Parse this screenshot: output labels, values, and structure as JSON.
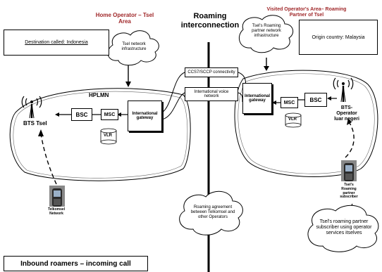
{
  "home": {
    "title_line1": "Home Operator – Tsel",
    "title_line2": "Area",
    "destination": "Destination called: Indonesia",
    "cloud": [
      "Tsel network",
      "infrastructure"
    ],
    "plmn": "HPLMN",
    "bsc": "BSC",
    "msc": "MSC",
    "gateway": [
      "International",
      "gateway"
    ],
    "vlr": "VLR",
    "bts": "BTS Tsel",
    "phone_caption": [
      "Telkomsel",
      "Network"
    ]
  },
  "center": {
    "title_line1": "Roaming",
    "title_line2": "interconnection",
    "ccs7": "CCS7/SCCP connectivity",
    "voice": [
      "International voice",
      "network"
    ],
    "agreement": [
      "Roaming agreement",
      "between Telkomsel and",
      "other Operators"
    ]
  },
  "visited": {
    "title_line1": "Visited Operator's Area– Roaming",
    "title_line2": "Partner of Tsel",
    "cloud": [
      "Tsel's Roaming",
      "partner network",
      "infrastructure"
    ],
    "origin": "Origin country: Malaysia",
    "gateway": [
      "International",
      "gateway"
    ],
    "msc": "MSC",
    "bsc": "BSC",
    "vlr": "VLR",
    "bts": [
      "BTS-",
      "Operator",
      "luar negeri"
    ],
    "phone_caption": [
      "Tsel's",
      "Roaming",
      "partner",
      "subscriber"
    ],
    "subscriber_cloud": [
      "Tsel's roaming partner",
      "subscriber using operator",
      "services itselves"
    ]
  },
  "footer": "Inbound roamers – incoming call"
}
